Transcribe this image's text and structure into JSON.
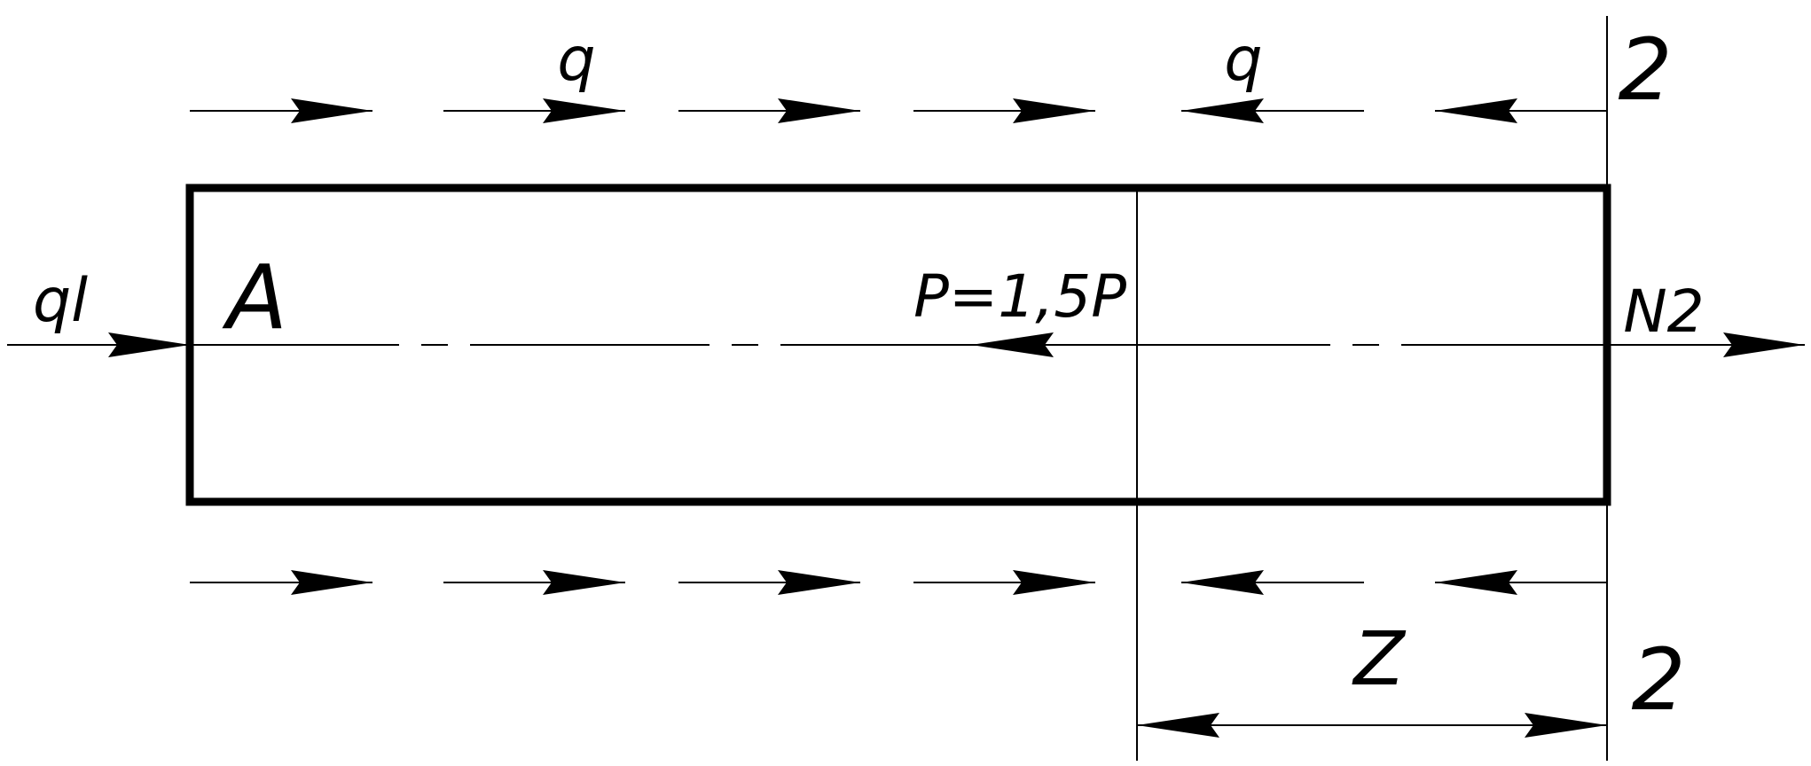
{
  "diagram": {
    "labels": {
      "q_top_left": "q",
      "q_top_right": "q",
      "section_top": "2",
      "section_bottom": "2",
      "load_left": "ql",
      "point_a": "A",
      "force_p": "P=1,5P",
      "internal_force": "N2",
      "dimension_z": "Z"
    },
    "colors": {
      "stroke": "#000000",
      "background": "#ffffff"
    }
  }
}
